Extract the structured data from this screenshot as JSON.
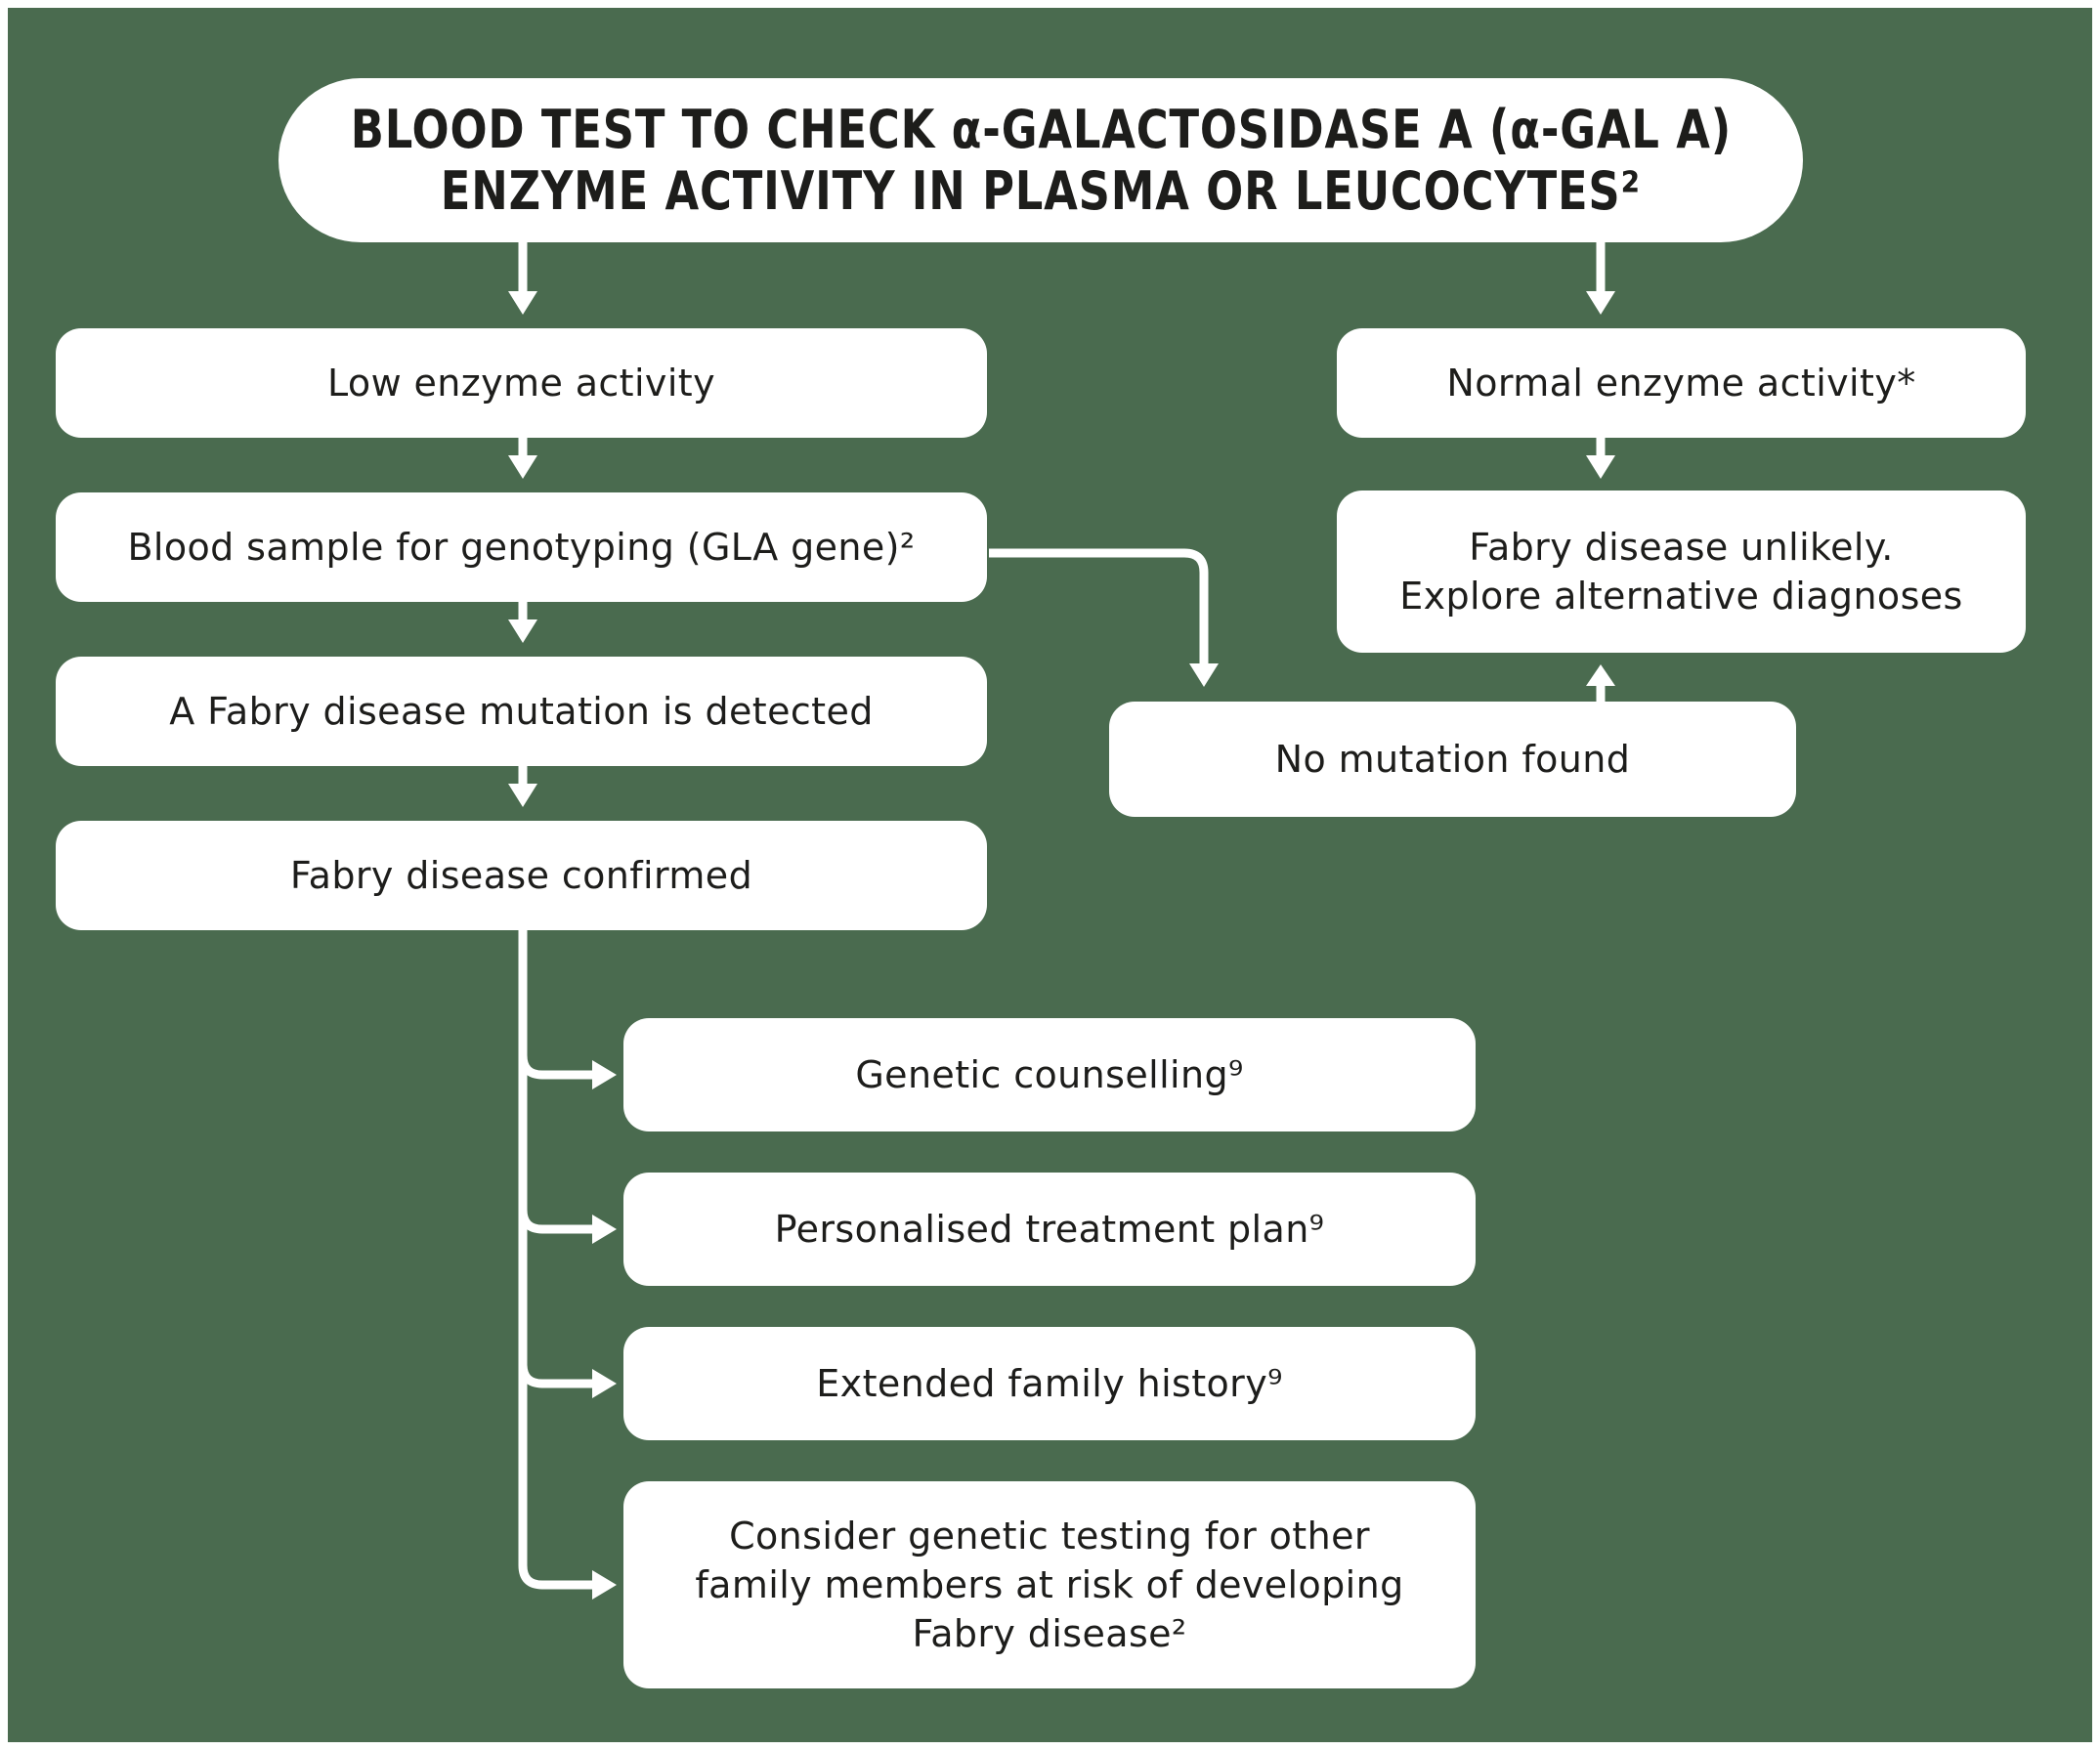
{
  "colors": {
    "background": "#4a6b4f",
    "frame_border": "#ffffff",
    "node_fill": "#ffffff",
    "node_text": "#1d1d1b",
    "connector": "#ffffff"
  },
  "title": {
    "line1": "BLOOD TEST TO CHECK α-GALACTOSIDASE A (α-GAL A)",
    "line2": "ENZYME ACTIVITY IN PLASMA OR LEUCOCYTES²"
  },
  "nodes": {
    "low_enzyme": "Low enzyme activity",
    "genotyping": "Blood sample for genotyping (GLA gene)²",
    "mutation_detected": "A Fabry disease mutation is detected",
    "confirmed": "Fabry disease confirmed",
    "normal_enzyme": "Normal enzyme activity*",
    "unlikely": "Fabry disease unlikely.\nExplore alternative diagnoses",
    "no_mutation": "No mutation found",
    "counselling": "Genetic counselling⁹",
    "treatment_plan": "Personalised treatment plan⁹",
    "family_history": "Extended family history⁹",
    "family_testing": "Consider genetic testing for other\nfamily members at risk of developing\nFabry disease²"
  }
}
